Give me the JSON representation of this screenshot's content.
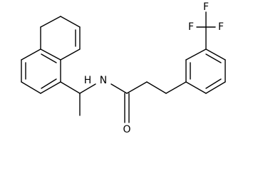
{
  "structure": {
    "atom_labels": {
      "nitrogen": "N",
      "hydrogen": "H",
      "oxygen": "O",
      "fluorine_top": "F",
      "fluorine_left": "F",
      "fluorine_right": "F"
    }
  },
  "colors": {
    "bond": "#000000",
    "background": "#ffffff"
  }
}
